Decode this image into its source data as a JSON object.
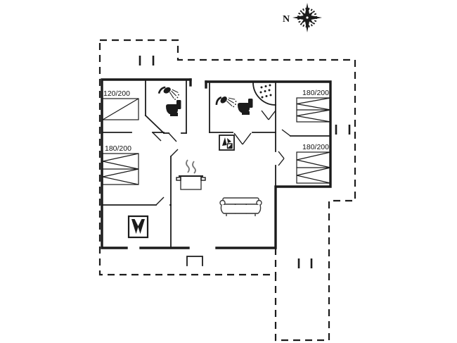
{
  "compass": {
    "label": "N"
  },
  "beds": [
    {
      "location": "bedroom-top-left",
      "label": "120/200"
    },
    {
      "location": "bedroom-left",
      "label": "180/200"
    },
    {
      "location": "bedroom-top-right",
      "label": "180/200"
    },
    {
      "location": "bedroom-right",
      "label": "180/200"
    }
  ],
  "icons": [
    "compass-rose-icon",
    "shower-icon",
    "toilet-icon",
    "corner-shower-icon",
    "washing-machine-icon",
    "cooking-pot-icon",
    "sofa-icon",
    "tv-icon",
    "entrance-step",
    "terrace-post"
  ],
  "colors": {
    "line": "#1b1b1b",
    "furniture_outline": "#3a3a3a",
    "background": "#ffffff"
  }
}
